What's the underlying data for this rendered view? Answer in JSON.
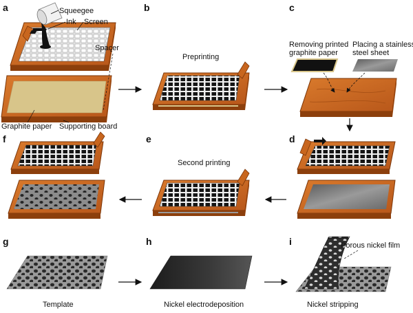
{
  "panels": {
    "a": {
      "letter": "a",
      "labels": {
        "squeegee": "Squeegee",
        "ink": "Ink",
        "screen": "Screen",
        "spacer": "Spacer",
        "graphite_paper": "Graphite paper",
        "supporting_board": "Supporting board"
      }
    },
    "b": {
      "letter": "b",
      "caption": "Preprinting"
    },
    "c": {
      "letter": "c",
      "removing_line1": "Removing printed",
      "removing_line2": "graphite paper",
      "placing_line1": "Placing a stainless",
      "placing_line2": "steel sheet"
    },
    "d": {
      "letter": "d"
    },
    "e": {
      "letter": "e",
      "caption": "Second printing"
    },
    "f": {
      "letter": "f"
    },
    "g": {
      "letter": "g",
      "caption": "Template"
    },
    "h": {
      "letter": "h",
      "caption": "Nickel electrodeposition"
    },
    "i": {
      "letter": "i",
      "caption": "Nickel stripping",
      "film_label": "Porous nickel film"
    }
  },
  "colors": {
    "wood": "#c8661e",
    "wood_dark": "#8c3f0c",
    "graphite_paper": "#d8c58a",
    "ink": "#1a1a1a",
    "steel": "#8a8a8a",
    "template": "#9a9a9a",
    "nickel": "#3a3a3a"
  }
}
